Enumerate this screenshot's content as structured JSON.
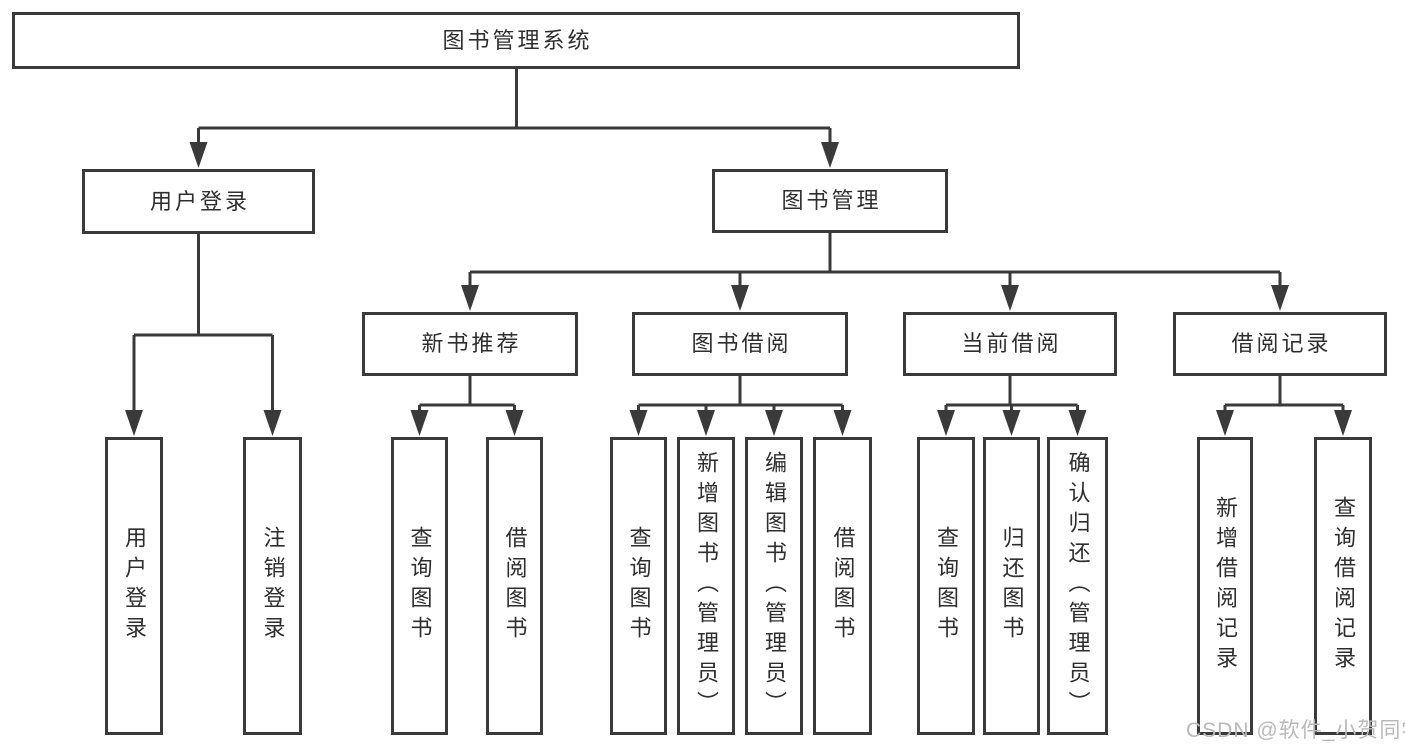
{
  "diagram": {
    "root": {
      "label": "图书管理系统",
      "children": [
        {
          "label": "用户登录",
          "children": [
            {
              "label": "用户登录"
            },
            {
              "label": "注销登录"
            }
          ]
        },
        {
          "label": "图书管理",
          "children": [
            {
              "label": "新书推荐",
              "children": [
                {
                  "label": "查询图书"
                },
                {
                  "label": "借阅图书"
                }
              ]
            },
            {
              "label": "图书借阅",
              "children": [
                {
                  "label": "查询图书"
                },
                {
                  "label": "新增图书（管理员）"
                },
                {
                  "label": "编辑图书（管理员）"
                },
                {
                  "label": "借阅图书"
                }
              ]
            },
            {
              "label": "当前借阅",
              "children": [
                {
                  "label": "查询图书"
                },
                {
                  "label": "归还图书"
                },
                {
                  "label": "确认归还（管理员）"
                }
              ]
            },
            {
              "label": "借阅记录",
              "children": [
                {
                  "label": "新增借阅记录"
                },
                {
                  "label": "查询借阅记录"
                }
              ]
            }
          ]
        }
      ]
    }
  },
  "watermark": {
    "text": "CSDN @软件_小贺同学"
  },
  "colors": {
    "line": "#3a3a3a",
    "node_border": "#3a3a3a",
    "node_text": "#2e2e2e",
    "watermark_text": "#b9b9b9",
    "background": "#ffffff"
  }
}
